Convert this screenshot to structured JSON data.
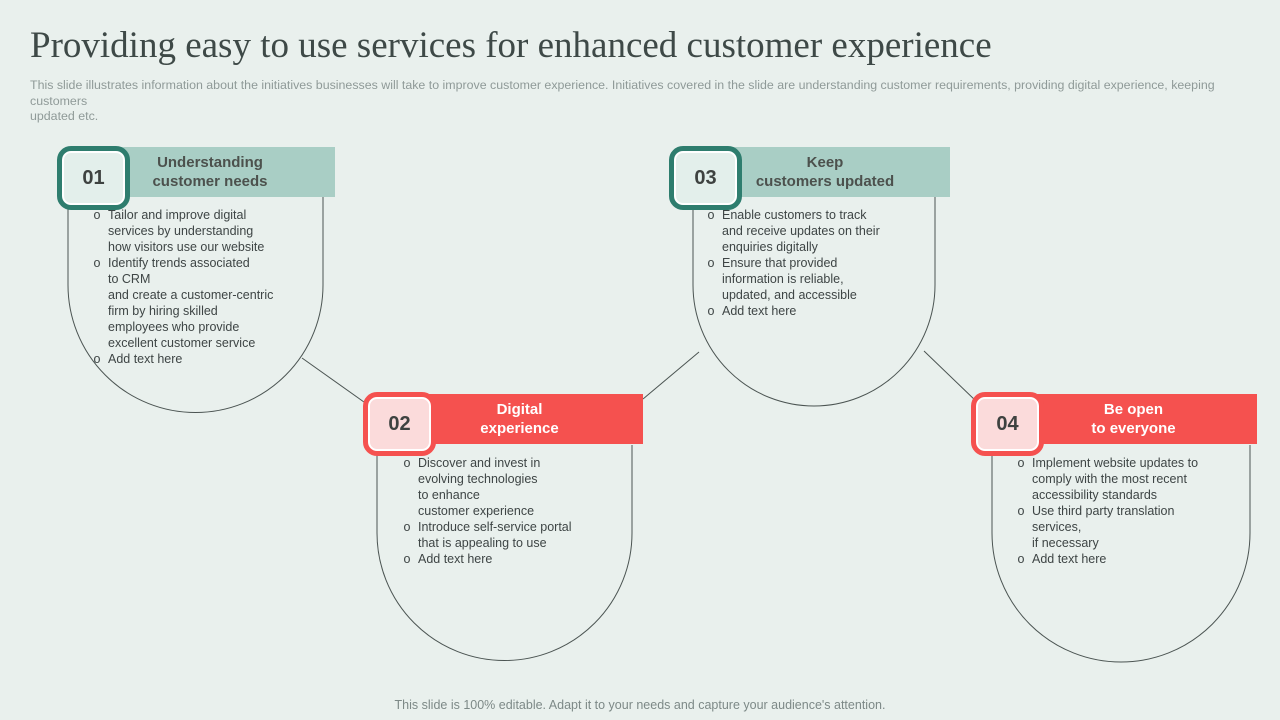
{
  "slide": {
    "title": "Providing easy to use services for enhanced customer experience",
    "description": "This slide illustrates information about the initiatives businesses will take to improve customer experience. Initiatives covered in the slide are understanding customer requirements, providing digital experience, keeping customers\nupdated etc.",
    "footer": "This slide is 100% editable. Adapt it to your needs and capture your audience's attention."
  },
  "ui": {
    "bullet_marker": "o"
  },
  "colors": {
    "background": "#e9f0ed",
    "teal_accent": "#2e7d6e",
    "teal_band": "#a9cec5",
    "teal_badge_fill": "#e3efeb",
    "red_accent": "#f5514f",
    "red_badge_fill": "#fbdbdb",
    "body_text": "#3e4545",
    "muted_text": "#8f9a98",
    "connector_line": "#4b5452"
  },
  "sections": [
    {
      "number": "01",
      "title": "Understanding\ncustomer needs",
      "bullets": [
        "Tailor and improve digital\nservices by understanding\nhow visitors use our website",
        "Identify trends associated\nto CRM\nand create a customer-centric\nfirm by hiring skilled\nemployees who provide\nexcellent customer service",
        "Add text here"
      ]
    },
    {
      "number": "02",
      "title": "Digital\nexperience",
      "bullets": [
        "Discover and invest in\nevolving technologies\nto enhance\ncustomer experience",
        "Introduce self-service portal\nthat is appealing to use",
        "Add text here"
      ]
    },
    {
      "number": "03",
      "title": "Keep\ncustomers updated",
      "bullets": [
        "Enable customers to track\nand receive updates on their\nenquiries digitally",
        "Ensure that provided\ninformation is reliable,\nupdated, and accessible",
        "Add text here"
      ]
    },
    {
      "number": "04",
      "title": "Be open\nto everyone",
      "bullets": [
        "Implement website updates to\ncomply with the most recent\naccessibility standards",
        "Use third party translation\nservices,\nif necessary",
        "Add text here"
      ]
    }
  ]
}
